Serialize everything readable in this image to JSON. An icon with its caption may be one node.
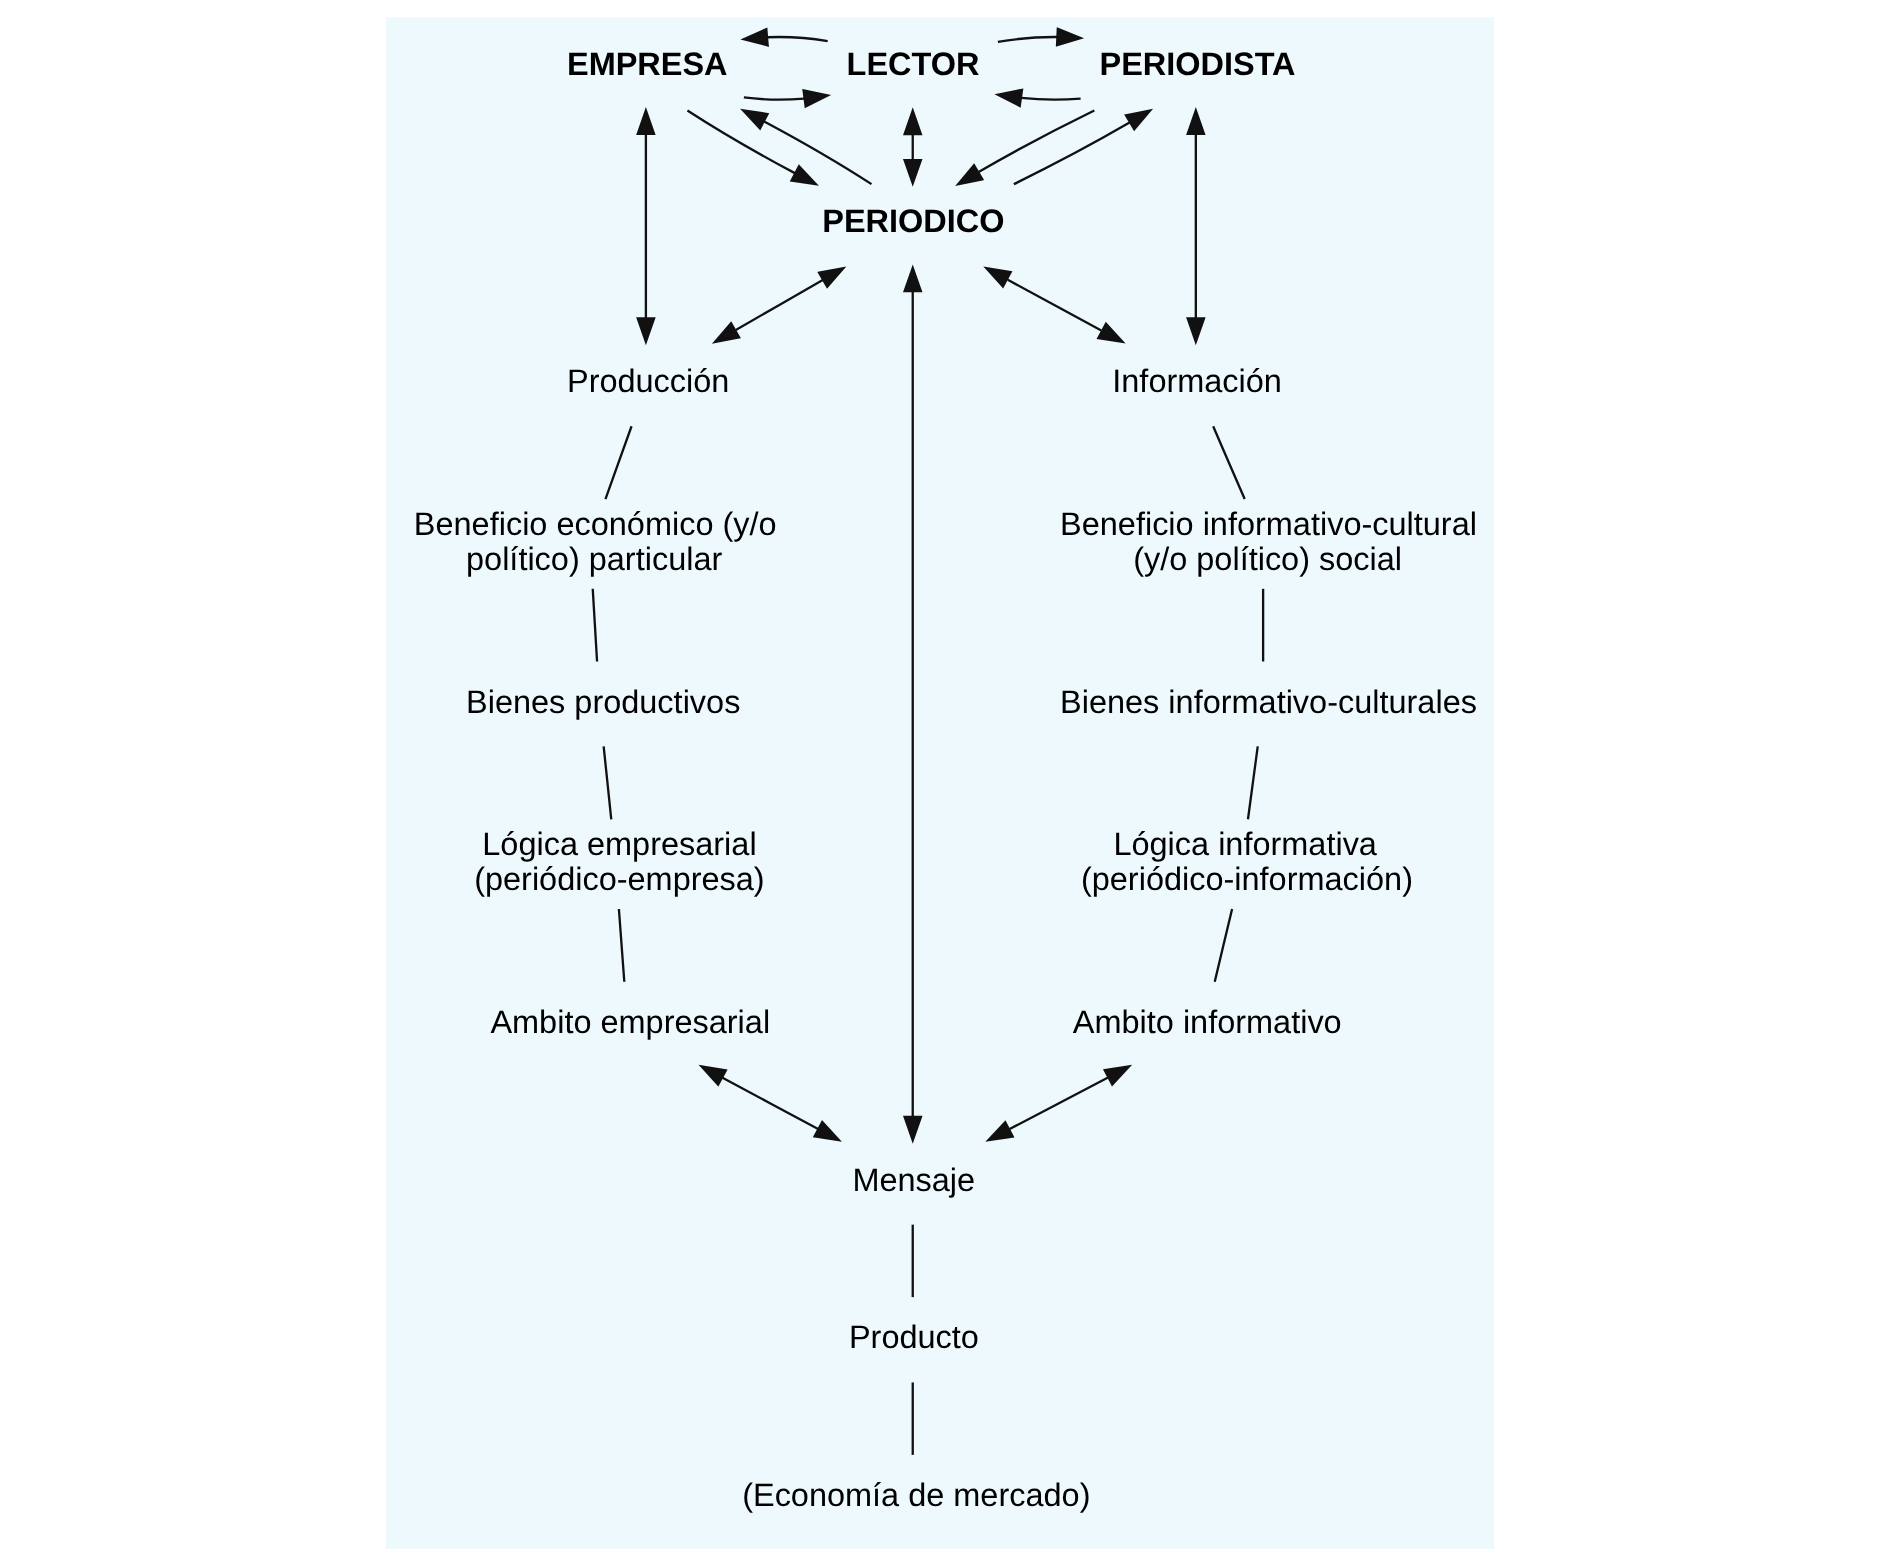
{
  "diagram": {
    "nodes": [
      {
        "text": [
          "EMPRESA"
        ]
      },
      {
        "text": [
          "LECTOR"
        ]
      },
      {
        "text": [
          "PERIODISTA"
        ]
      },
      {
        "text": [
          "PERIODICO"
        ]
      },
      {
        "text": [
          "Producción"
        ]
      },
      {
        "text": [
          "Beneficio económico (y/o político) particular"
        ]
      },
      {
        "text": [
          "Bienes productivos"
        ]
      },
      {
        "text": [
          "Lógica empresarial (periódico-empresa)"
        ]
      },
      {
        "text": [
          "Ambito empresarial"
        ]
      },
      {
        "text": [
          "Información"
        ]
      },
      {
        "text": [
          "Beneficio informativo-cultural (y/o político) social"
        ]
      },
      {
        "text": [
          "Bienes informativo-culturales"
        ]
      },
      {
        "text": [
          "Lógica informativa (periódico-información)"
        ]
      },
      {
        "text": [
          "Ambito informativo"
        ]
      },
      {
        "text": [
          "Mensaje"
        ]
      },
      {
        "text": [
          "Producto"
        ]
      },
      {
        "text": [
          "(Economía de mercado)"
        ]
      }
    ],
    "edges": [
      {
        "from": 0,
        "to": 1,
        "arrow": "to"
      },
      {
        "from": 1,
        "to": 0,
        "arrow": "to"
      },
      {
        "from": 2,
        "to": 1,
        "arrow": "to"
      },
      {
        "from": 1,
        "to": 2,
        "arrow": "to"
      },
      {
        "from": 3,
        "to": 0,
        "arrow": "to"
      },
      {
        "from": 0,
        "to": 3,
        "arrow": "to"
      },
      {
        "from": 3,
        "to": 2,
        "arrow": "to"
      },
      {
        "from": 2,
        "to": 3,
        "arrow": "to"
      },
      {
        "from": 1,
        "to": 3,
        "arrow": "both"
      },
      {
        "from": 0,
        "to": 4,
        "arrow": "both"
      },
      {
        "from": 2,
        "to": 9,
        "arrow": "both"
      },
      {
        "from": 4,
        "to": 3,
        "arrow": "both"
      },
      {
        "from": 3,
        "to": 9,
        "arrow": "both"
      },
      {
        "from": 3,
        "to": 14,
        "arrow": "both"
      },
      {
        "from": 4,
        "to": 5,
        "arrow": "none"
      },
      {
        "from": 5,
        "to": 6,
        "arrow": "none"
      },
      {
        "from": 6,
        "to": 7,
        "arrow": "none"
      },
      {
        "from": 7,
        "to": 8,
        "arrow": "none"
      },
      {
        "from": 9,
        "to": 10,
        "arrow": "none"
      },
      {
        "from": 10,
        "to": 11,
        "arrow": "none"
      },
      {
        "from": 11,
        "to": 12,
        "arrow": "none"
      },
      {
        "from": 12,
        "to": 13,
        "arrow": "none"
      },
      {
        "from": 8,
        "to": 14,
        "arrow": "both"
      },
      {
        "from": 13,
        "to": 14,
        "arrow": "both"
      },
      {
        "from": 14,
        "to": 15,
        "arrow": "none"
      },
      {
        "from": 15,
        "to": 16,
        "arrow": "none"
      }
    ]
  }
}
